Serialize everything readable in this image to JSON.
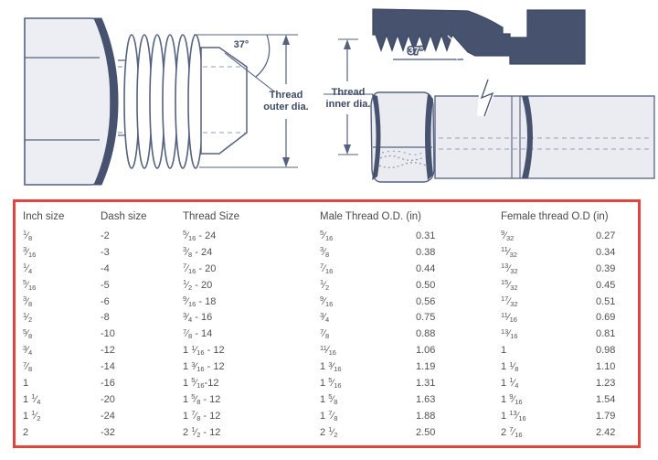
{
  "diagrams": {
    "male": {
      "angle": "37°",
      "label_line1": "Thread",
      "label_line2": "outer dia."
    },
    "female": {
      "angle": "37°",
      "label_line1": "Thread",
      "label_line2": "inner dia."
    }
  },
  "table": {
    "headers": [
      "Inch size",
      "Dash size",
      "Thread Size",
      "Male Thread O.D. (in)",
      "Female thread O.D (in)"
    ],
    "rows": [
      {
        "inch": "1/8",
        "dash": "-2",
        "thread": "5/16 - 24",
        "male_frac": "5/16",
        "male_dec": "0.31",
        "female_frac": "9/32",
        "female_dec": "0.27"
      },
      {
        "inch": "3/16",
        "dash": "-3",
        "thread": "3/8 - 24",
        "male_frac": "3/8",
        "male_dec": "0.38",
        "female_frac": "11/32",
        "female_dec": "0.34"
      },
      {
        "inch": "1/4",
        "dash": "-4",
        "thread": "7/16 - 20",
        "male_frac": "7/16",
        "male_dec": "0.44",
        "female_frac": "13/32",
        "female_dec": "0.39"
      },
      {
        "inch": "5/16",
        "dash": "-5",
        "thread": "1/2 - 20",
        "male_frac": "1/2",
        "male_dec": "0.50",
        "female_frac": "15/32",
        "female_dec": "0.45"
      },
      {
        "inch": "3/8",
        "dash": "-6",
        "thread": "9/16 - 18",
        "male_frac": "9/16",
        "male_dec": "0.56",
        "female_frac": "17/32",
        "female_dec": "0.51"
      },
      {
        "inch": "1/2",
        "dash": "-8",
        "thread": "3/4 - 16",
        "male_frac": "3/4",
        "male_dec": "0.75",
        "female_frac": "11/16",
        "female_dec": "0.69"
      },
      {
        "inch": "5/8",
        "dash": "-10",
        "thread": "7/8 - 14",
        "male_frac": "7/8",
        "male_dec": "0.88",
        "female_frac": "13/16",
        "female_dec": "0.81"
      },
      {
        "inch": "3/4",
        "dash": "-12",
        "thread": "1 1/16 - 12",
        "male_frac": "11/16",
        "male_dec": "1.06",
        "female_frac": "1",
        "female_dec": "0.98"
      },
      {
        "inch": "7/8",
        "dash": "-14",
        "thread": "1 3/16 - 12",
        "male_frac": "1 3/16",
        "male_dec": "1.19",
        "female_frac": "1 1/8",
        "female_dec": "1.10"
      },
      {
        "inch": "1",
        "dash": "-16",
        "thread": "1 5/16-12",
        "male_frac": "1 5/16",
        "male_dec": "1.31",
        "female_frac": "1 1/4",
        "female_dec": "1.23"
      },
      {
        "inch": "1 1/4",
        "dash": "-20",
        "thread": "1 5/8 - 12",
        "male_frac": "1 5/8",
        "male_dec": "1.63",
        "female_frac": "1 9/16",
        "female_dec": "1.54"
      },
      {
        "inch": "1 1/2",
        "dash": "-24",
        "thread": "1 7/8 - 12",
        "male_frac": "1 7/8",
        "male_dec": "1.88",
        "female_frac": "1 13/16",
        "female_dec": "1.79"
      },
      {
        "inch": "2",
        "dash": "-32",
        "thread": "2 1/2 - 12",
        "male_frac": "2 1/2",
        "male_dec": "2.50",
        "female_frac": "2 7/16",
        "female_dec": "2.42"
      }
    ]
  },
  "colors": {
    "accent_red": "#e0463e",
    "diagram_navy": "#47536e",
    "diagram_light_gray": "#eaecf2",
    "dashed_line": "#a8afc2",
    "table_text": "#4f4f4f"
  }
}
